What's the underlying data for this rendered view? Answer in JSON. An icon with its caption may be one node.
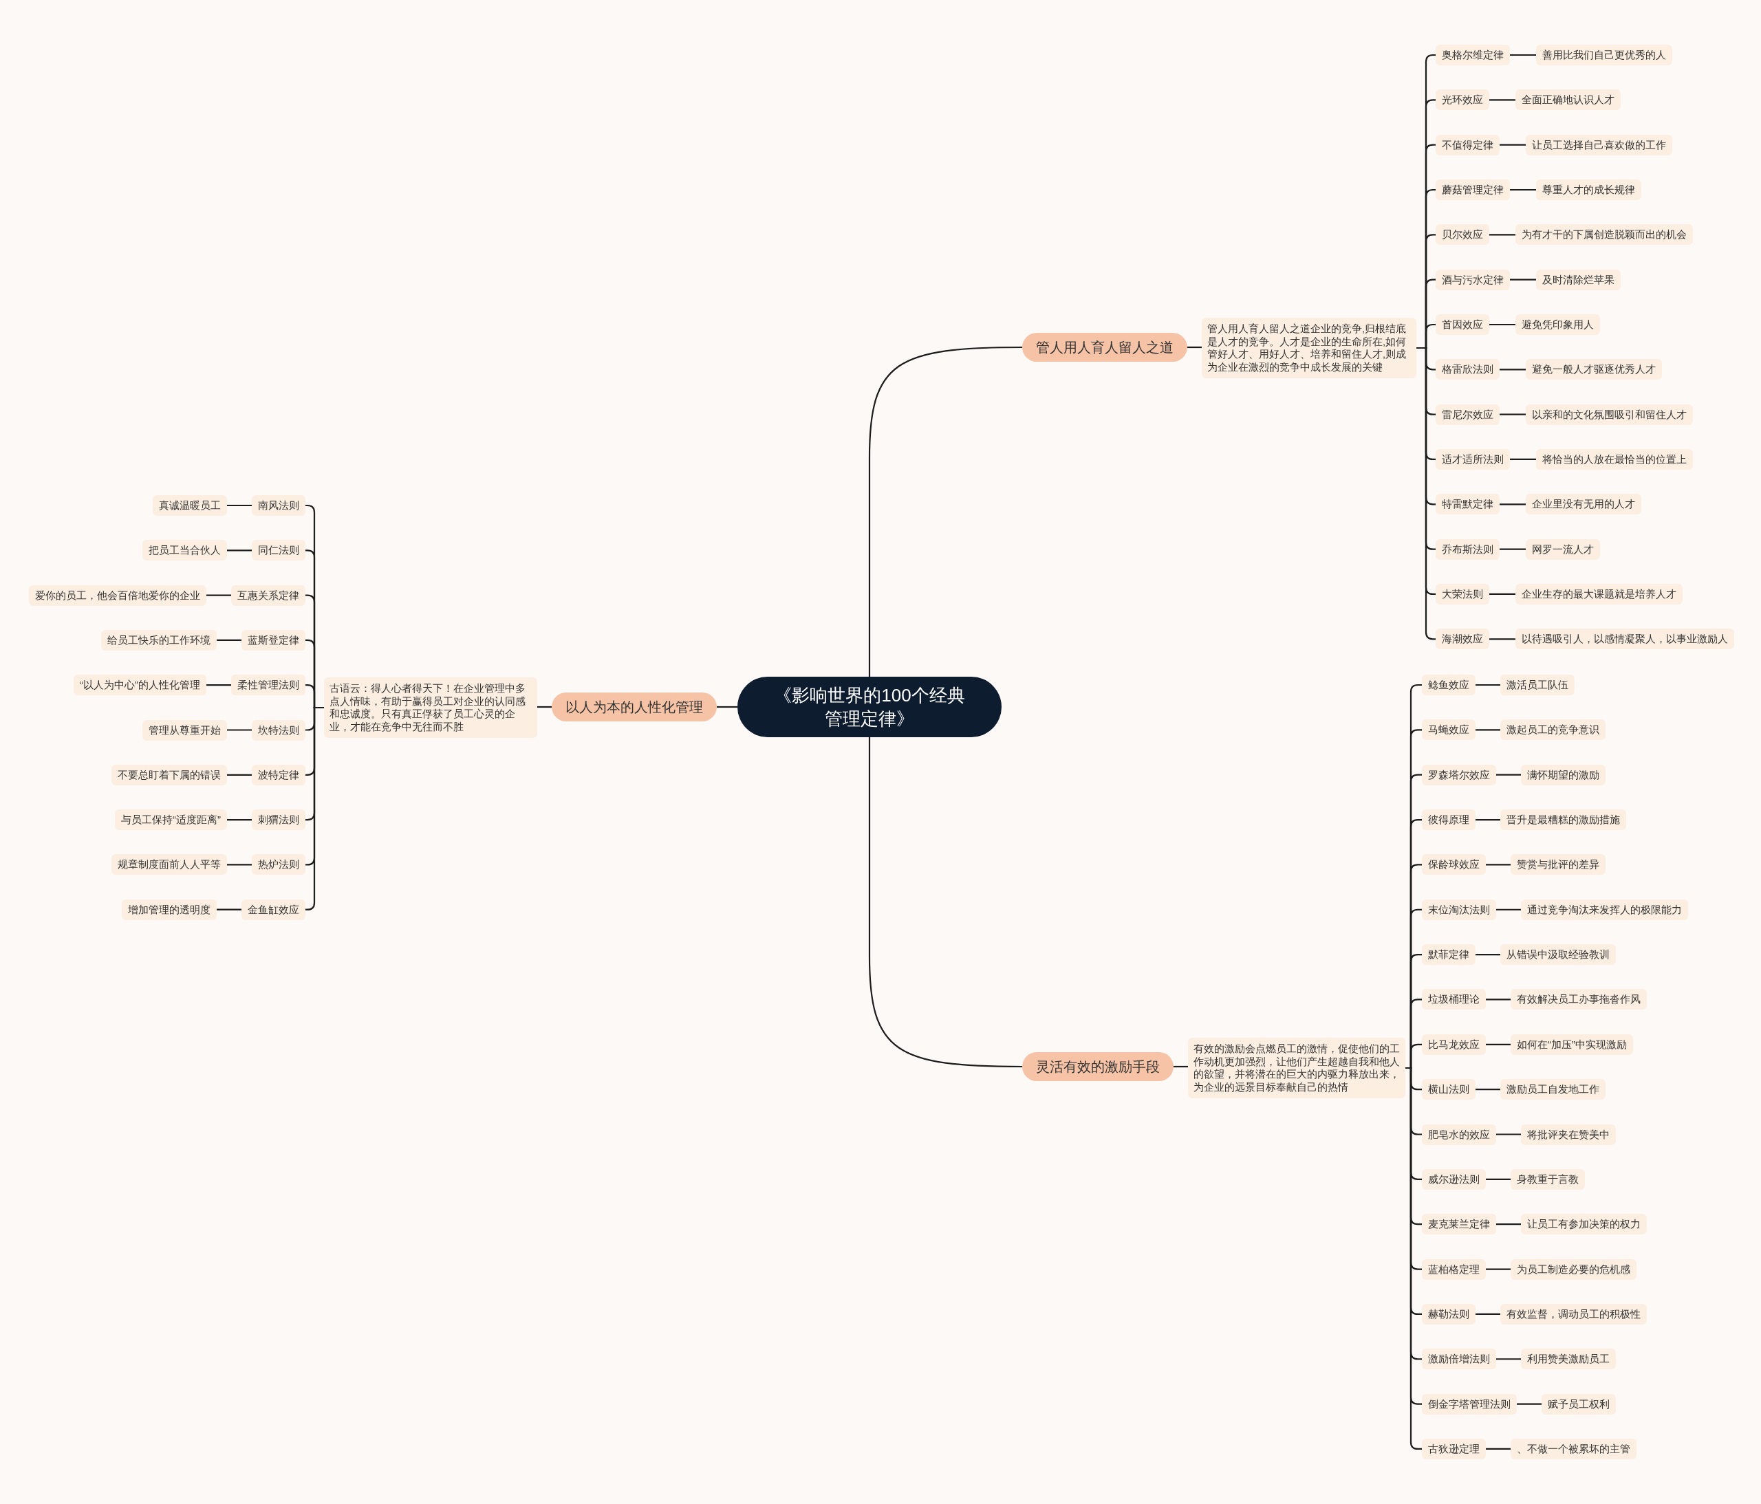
{
  "diagram": {
    "nodes": [
      {
        "text": [
          "《影响世界的100个经典管理定律》"
        ]
      },
      {
        "text": [
          "管人用人育人留人之道"
        ]
      },
      {
        "text": [
          "管人用人育人留人之道企业的竞争,归根结底是人才的竞争。人才是企业的生命所在,如何管好人才、用好人才、培养和留住人才,则成为企业在激烈的竞争中成长发展的关键"
        ]
      },
      {
        "text": [
          "奥格尔维定律"
        ]
      },
      {
        "text": [
          "善用比我们自己更优秀的人"
        ]
      },
      {
        "text": [
          "光环效应"
        ]
      },
      {
        "text": [
          "全面正确地认识人才"
        ]
      },
      {
        "text": [
          "不值得定律"
        ]
      },
      {
        "text": [
          "让员工选择自己喜欢做的工作"
        ]
      },
      {
        "text": [
          "蘑菇管理定律"
        ]
      },
      {
        "text": [
          "尊重人才的成长规律"
        ]
      },
      {
        "text": [
          "贝尔效应"
        ]
      },
      {
        "text": [
          "为有才干的下属创造脱颖而出的机会"
        ]
      },
      {
        "text": [
          "酒与污水定律"
        ]
      },
      {
        "text": [
          "及时清除烂苹果"
        ]
      },
      {
        "text": [
          "首因效应"
        ]
      },
      {
        "text": [
          "避免凭印象用人"
        ]
      },
      {
        "text": [
          "格雷欣法则"
        ]
      },
      {
        "text": [
          "避免一般人才驱逐优秀人才"
        ]
      },
      {
        "text": [
          "雷尼尔效应"
        ]
      },
      {
        "text": [
          "以亲和的文化氛围吸引和留住人才"
        ]
      },
      {
        "text": [
          "适才适所法则"
        ]
      },
      {
        "text": [
          "将恰当的人放在最恰当的位置上"
        ]
      },
      {
        "text": [
          "特雷默定律"
        ]
      },
      {
        "text": [
          "企业里没有无用的人才"
        ]
      },
      {
        "text": [
          "乔布斯法则"
        ]
      },
      {
        "text": [
          "网罗一流人才"
        ]
      },
      {
        "text": [
          "大荣法则"
        ]
      },
      {
        "text": [
          "企业生存的最大课题就是培养人才"
        ]
      },
      {
        "text": [
          "海潮效应"
        ]
      },
      {
        "text": [
          "以待遇吸引人，以感情凝聚人，以事业激励人"
        ]
      },
      {
        "text": [
          "灵活有效的激励手段"
        ]
      },
      {
        "text": [
          "有效的激励会点燃员工的激情，促使他们的工作动机更加强烈，让他们产生超越自我和他人的欲望，并将潜在的巨大的内驱力释放出来，为企业的远景目标奉献自己的热情"
        ]
      },
      {
        "text": [
          "鲶鱼效应"
        ]
      },
      {
        "text": [
          "激活员工队伍"
        ]
      },
      {
        "text": [
          "马蝇效应"
        ]
      },
      {
        "text": [
          "激起员工的竞争意识"
        ]
      },
      {
        "text": [
          "罗森塔尔效应"
        ]
      },
      {
        "text": [
          "满怀期望的激励"
        ]
      },
      {
        "text": [
          "彼得原理"
        ]
      },
      {
        "text": [
          "晋升是最糟糕的激励措施"
        ]
      },
      {
        "text": [
          "保龄球效应"
        ]
      },
      {
        "text": [
          "赞赏与批评的差异"
        ]
      },
      {
        "text": [
          "末位淘汰法则"
        ]
      },
      {
        "text": [
          "通过竞争淘汰来发挥人的极限能力"
        ]
      },
      {
        "text": [
          "默菲定律"
        ]
      },
      {
        "text": [
          "从错误中汲取经验教训"
        ]
      },
      {
        "text": [
          "垃圾桶理论"
        ]
      },
      {
        "text": [
          "有效解决员工办事拖沓作风"
        ]
      },
      {
        "text": [
          "比马龙效应"
        ]
      },
      {
        "text": [
          "如何在“加压”中实现激励"
        ]
      },
      {
        "text": [
          "横山法则"
        ]
      },
      {
        "text": [
          "激励员工自发地工作"
        ]
      },
      {
        "text": [
          "肥皂水的效应"
        ]
      },
      {
        "text": [
          "将批评夹在赞美中"
        ]
      },
      {
        "text": [
          "威尔逊法则"
        ]
      },
      {
        "text": [
          "身教重于言教"
        ]
      },
      {
        "text": [
          "麦克莱兰定律"
        ]
      },
      {
        "text": [
          "让员工有参加决策的权力"
        ]
      },
      {
        "text": [
          "蓝柏格定理"
        ]
      },
      {
        "text": [
          "为员工制造必要的危机感"
        ]
      },
      {
        "text": [
          "赫勒法则"
        ]
      },
      {
        "text": [
          "有效监督，调动员工的积极性"
        ]
      },
      {
        "text": [
          "激励倍增法则"
        ]
      },
      {
        "text": [
          "利用赞美激励员工"
        ]
      },
      {
        "text": [
          "倒金字塔管理法则"
        ]
      },
      {
        "text": [
          "赋予员工权利"
        ]
      },
      {
        "text": [
          "古狄逊定理"
        ]
      },
      {
        "text": [
          "、不做一个被累坏的主管"
        ]
      },
      {
        "text": [
          "以人为本的人性化管理"
        ]
      },
      {
        "text": [
          "古语云：得人心者得天下！在企业管理中多点人情味，有助于赢得员工对企业的认同感和忠诚度。只有真正俘获了员工心灵的企业，才能在竞争中无往而不胜"
        ]
      },
      {
        "text": [
          "南风法则"
        ]
      },
      {
        "text": [
          "真诚温暖员工"
        ]
      },
      {
        "text": [
          "同仁法则"
        ]
      },
      {
        "text": [
          "把员工当合伙人"
        ]
      },
      {
        "text": [
          "互惠关系定律"
        ]
      },
      {
        "text": [
          "爱你的员工，他会百倍地爱你的企业"
        ]
      },
      {
        "text": [
          "蓝斯登定律"
        ]
      },
      {
        "text": [
          "给员工快乐的工作环境"
        ]
      },
      {
        "text": [
          "柔性管理法则"
        ]
      },
      {
        "text": [
          "“以人为中心”的人性化管理"
        ]
      },
      {
        "text": [
          "坎特法则"
        ]
      },
      {
        "text": [
          "管理从尊重开始"
        ]
      },
      {
        "text": [
          "波特定律"
        ]
      },
      {
        "text": [
          "不要总盯着下属的错误"
        ]
      },
      {
        "text": [
          "刺猬法则"
        ]
      },
      {
        "text": [
          "与员工保持“适度距离”"
        ]
      },
      {
        "text": [
          "热炉法则"
        ]
      },
      {
        "text": [
          "规章制度面前人人平等"
        ]
      },
      {
        "text": [
          "金鱼缸效应"
        ]
      },
      {
        "text": [
          "增加管理的透明度"
        ]
      }
    ],
    "edges": [
      {
        "from": 0,
        "to": 1,
        "arrow": "none"
      },
      {
        "from": 0,
        "to": 31,
        "arrow": "none"
      },
      {
        "from": 0,
        "to": 69,
        "arrow": "none"
      },
      {
        "from": 1,
        "to": 2,
        "arrow": "none"
      },
      {
        "from": 31,
        "to": 32,
        "arrow": "none"
      },
      {
        "from": 69,
        "to": 70,
        "arrow": "none"
      },
      {
        "from": 2,
        "to": 3,
        "arrow": "none"
      },
      {
        "from": 3,
        "to": 4,
        "arrow": "none"
      },
      {
        "from": 2,
        "to": 5,
        "arrow": "none"
      },
      {
        "from": 5,
        "to": 6,
        "arrow": "none"
      },
      {
        "from": 2,
        "to": 7,
        "arrow": "none"
      },
      {
        "from": 7,
        "to": 8,
        "arrow": "none"
      },
      {
        "from": 2,
        "to": 9,
        "arrow": "none"
      },
      {
        "from": 9,
        "to": 10,
        "arrow": "none"
      },
      {
        "from": 2,
        "to": 11,
        "arrow": "none"
      },
      {
        "from": 11,
        "to": 12,
        "arrow": "none"
      },
      {
        "from": 2,
        "to": 13,
        "arrow": "none"
      },
      {
        "from": 13,
        "to": 14,
        "arrow": "none"
      },
      {
        "from": 2,
        "to": 15,
        "arrow": "none"
      },
      {
        "from": 15,
        "to": 16,
        "arrow": "none"
      },
      {
        "from": 2,
        "to": 17,
        "arrow": "none"
      },
      {
        "from": 17,
        "to": 18,
        "arrow": "none"
      },
      {
        "from": 2,
        "to": 19,
        "arrow": "none"
      },
      {
        "from": 19,
        "to": 20,
        "arrow": "none"
      },
      {
        "from": 2,
        "to": 21,
        "arrow": "none"
      },
      {
        "from": 21,
        "to": 22,
        "arrow": "none"
      },
      {
        "from": 2,
        "to": 23,
        "arrow": "none"
      },
      {
        "from": 23,
        "to": 24,
        "arrow": "none"
      },
      {
        "from": 2,
        "to": 25,
        "arrow": "none"
      },
      {
        "from": 25,
        "to": 26,
        "arrow": "none"
      },
      {
        "from": 2,
        "to": 27,
        "arrow": "none"
      },
      {
        "from": 27,
        "to": 28,
        "arrow": "none"
      },
      {
        "from": 2,
        "to": 29,
        "arrow": "none"
      },
      {
        "from": 29,
        "to": 30,
        "arrow": "none"
      },
      {
        "from": 32,
        "to": 33,
        "arrow": "none"
      },
      {
        "from": 33,
        "to": 34,
        "arrow": "none"
      },
      {
        "from": 32,
        "to": 35,
        "arrow": "none"
      },
      {
        "from": 35,
        "to": 36,
        "arrow": "none"
      },
      {
        "from": 32,
        "to": 37,
        "arrow": "none"
      },
      {
        "from": 37,
        "to": 38,
        "arrow": "none"
      },
      {
        "from": 32,
        "to": 39,
        "arrow": "none"
      },
      {
        "from": 39,
        "to": 40,
        "arrow": "none"
      },
      {
        "from": 32,
        "to": 41,
        "arrow": "none"
      },
      {
        "from": 41,
        "to": 42,
        "arrow": "none"
      },
      {
        "from": 32,
        "to": 43,
        "arrow": "none"
      },
      {
        "from": 43,
        "to": 44,
        "arrow": "none"
      },
      {
        "from": 32,
        "to": 45,
        "arrow": "none"
      },
      {
        "from": 45,
        "to": 46,
        "arrow": "none"
      },
      {
        "from": 32,
        "to": 47,
        "arrow": "none"
      },
      {
        "from": 47,
        "to": 48,
        "arrow": "none"
      },
      {
        "from": 32,
        "to": 49,
        "arrow": "none"
      },
      {
        "from": 49,
        "to": 50,
        "arrow": "none"
      },
      {
        "from": 32,
        "to": 51,
        "arrow": "none"
      },
      {
        "from": 51,
        "to": 52,
        "arrow": "none"
      },
      {
        "from": 32,
        "to": 53,
        "arrow": "none"
      },
      {
        "from": 53,
        "to": 54,
        "arrow": "none"
      },
      {
        "from": 32,
        "to": 55,
        "arrow": "none"
      },
      {
        "from": 55,
        "to": 56,
        "arrow": "none"
      },
      {
        "from": 32,
        "to": 57,
        "arrow": "none"
      },
      {
        "from": 57,
        "to": 58,
        "arrow": "none"
      },
      {
        "from": 32,
        "to": 59,
        "arrow": "none"
      },
      {
        "from": 59,
        "to": 60,
        "arrow": "none"
      },
      {
        "from": 32,
        "to": 61,
        "arrow": "none"
      },
      {
        "from": 61,
        "to": 62,
        "arrow": "none"
      },
      {
        "from": 32,
        "to": 63,
        "arrow": "none"
      },
      {
        "from": 63,
        "to": 64,
        "arrow": "none"
      },
      {
        "from": 32,
        "to": 65,
        "arrow": "none"
      },
      {
        "from": 65,
        "to": 66,
        "arrow": "none"
      },
      {
        "from": 32,
        "to": 67,
        "arrow": "none"
      },
      {
        "from": 67,
        "to": 68,
        "arrow": "none"
      },
      {
        "from": 70,
        "to": 71,
        "arrow": "none"
      },
      {
        "from": 71,
        "to": 72,
        "arrow": "none"
      },
      {
        "from": 70,
        "to": 73,
        "arrow": "none"
      },
      {
        "from": 73,
        "to": 74,
        "arrow": "none"
      },
      {
        "from": 70,
        "to": 75,
        "arrow": "none"
      },
      {
        "from": 75,
        "to": 76,
        "arrow": "none"
      },
      {
        "from": 70,
        "to": 77,
        "arrow": "none"
      },
      {
        "from": 77,
        "to": 78,
        "arrow": "none"
      },
      {
        "from": 70,
        "to": 79,
        "arrow": "none"
      },
      {
        "from": 79,
        "to": 80,
        "arrow": "none"
      },
      {
        "from": 70,
        "to": 81,
        "arrow": "none"
      },
      {
        "from": 81,
        "to": 82,
        "arrow": "none"
      },
      {
        "from": 70,
        "to": 83,
        "arrow": "none"
      },
      {
        "from": 83,
        "to": 84,
        "arrow": "none"
      },
      {
        "from": 70,
        "to": 85,
        "arrow": "none"
      },
      {
        "from": 85,
        "to": 86,
        "arrow": "none"
      },
      {
        "from": 70,
        "to": 87,
        "arrow": "none"
      },
      {
        "from": 87,
        "to": 88,
        "arrow": "none"
      },
      {
        "from": 70,
        "to": 89,
        "arrow": "none"
      },
      {
        "from": 89,
        "to": 90,
        "arrow": "none"
      }
    ]
  }
}
